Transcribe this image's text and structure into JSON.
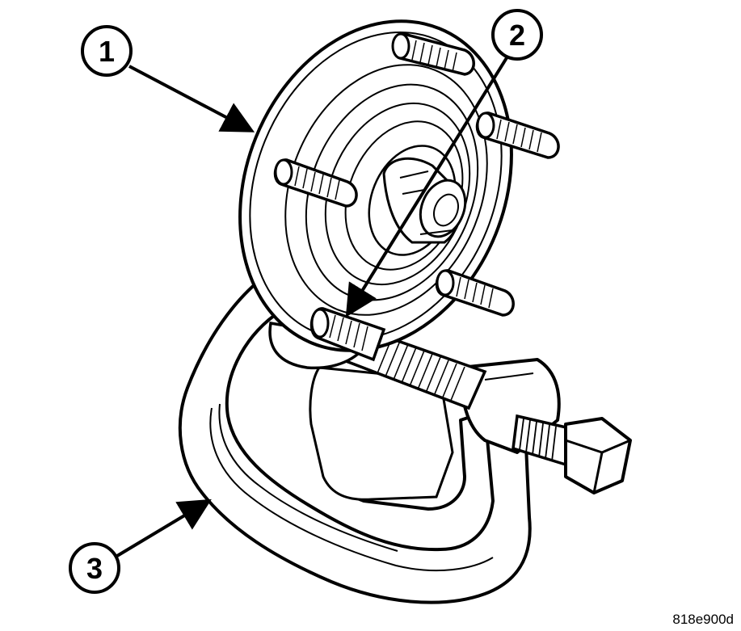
{
  "callouts": [
    {
      "label": "1"
    },
    {
      "label": "2"
    },
    {
      "label": "3"
    }
  ],
  "figure_code": "818e900d",
  "colors": {
    "line": "#000000",
    "fill": "#ffffff"
  }
}
